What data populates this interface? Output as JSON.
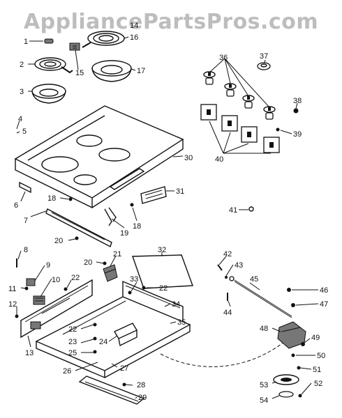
{
  "watermark": "AppliancePartsPros.com",
  "callouts": {
    "c1": "1",
    "c2": "2",
    "c3": "3",
    "c4": "4",
    "c5": "5",
    "c6": "6",
    "c7": "7",
    "c8": "8",
    "c9": "9",
    "c10": "10",
    "c11": "11",
    "c12": "12",
    "c13": "13",
    "c14": "14",
    "c15": "15",
    "c16": "16",
    "c17": "17",
    "c18a": "18",
    "c18b": "18",
    "c19": "19",
    "c20a": "20",
    "c20b": "20",
    "c21": "21",
    "c22a": "22",
    "c22b": "22",
    "c22c": "22",
    "c23": "23",
    "c24": "24",
    "c25": "25",
    "c26": "26",
    "c27": "27",
    "c28": "28",
    "c29": "29",
    "c30": "30",
    "c31": "31",
    "c32": "32",
    "c33": "33",
    "c34": "34",
    "c35": "35",
    "c36": "36",
    "c37": "37",
    "c38": "38",
    "c39": "39",
    "c40": "40",
    "c41": "41",
    "c42": "42",
    "c43": "43",
    "c44": "44",
    "c45": "45",
    "c46": "46",
    "c47": "47",
    "c48": "48",
    "c49": "49",
    "c50": "50",
    "c51": "51",
    "c52": "52",
    "c53": "53",
    "c54": "54"
  }
}
